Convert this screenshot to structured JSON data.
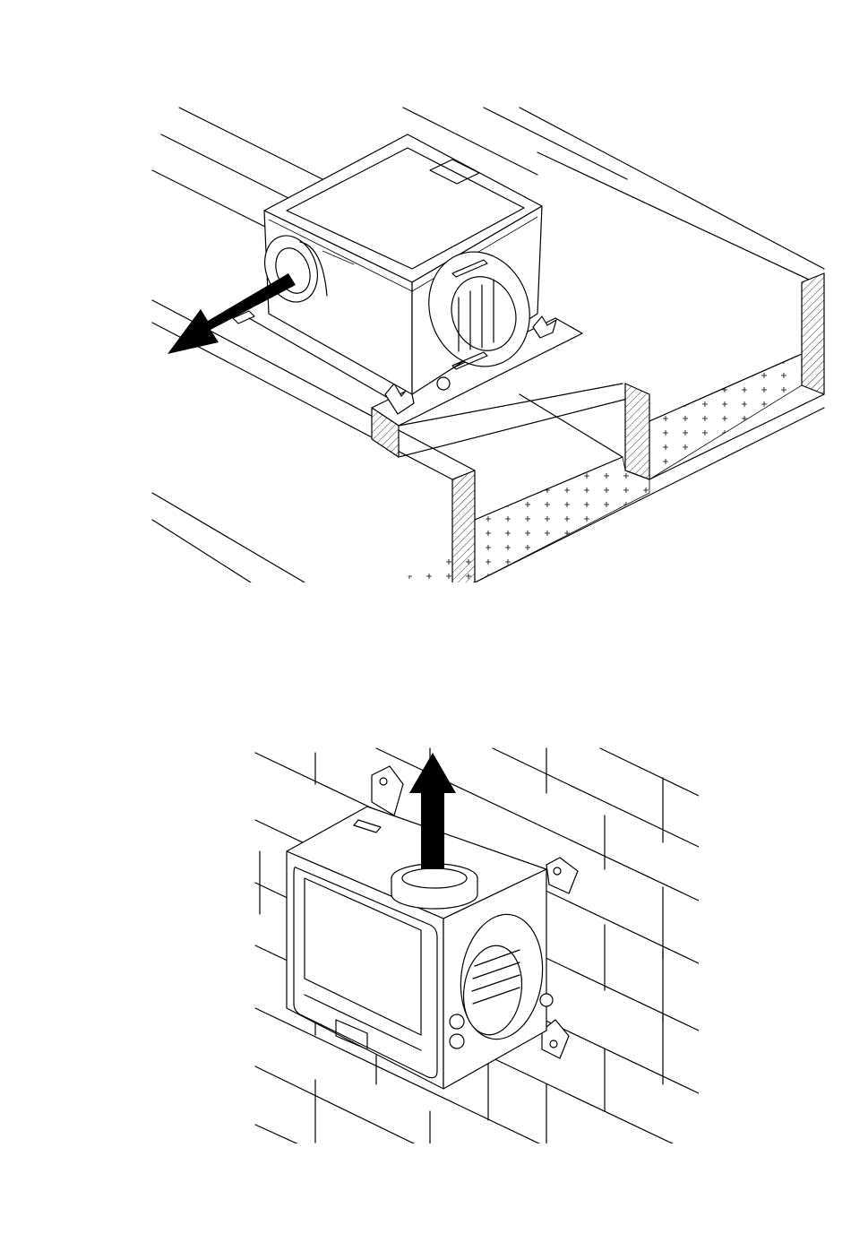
{
  "figures": [
    {
      "name": "ceiling-mount-illustration",
      "icons": [
        "ventilation-unit-icon",
        "exhaust-arrow-icon",
        "joist-structure-icon",
        "insulation-icon"
      ],
      "airflow_direction": "horizontal-outward"
    },
    {
      "name": "wall-mount-illustration",
      "icons": [
        "ventilation-unit-icon",
        "exhaust-arrow-icon",
        "brick-wall-icon"
      ],
      "airflow_direction": "vertical-upward"
    }
  ]
}
